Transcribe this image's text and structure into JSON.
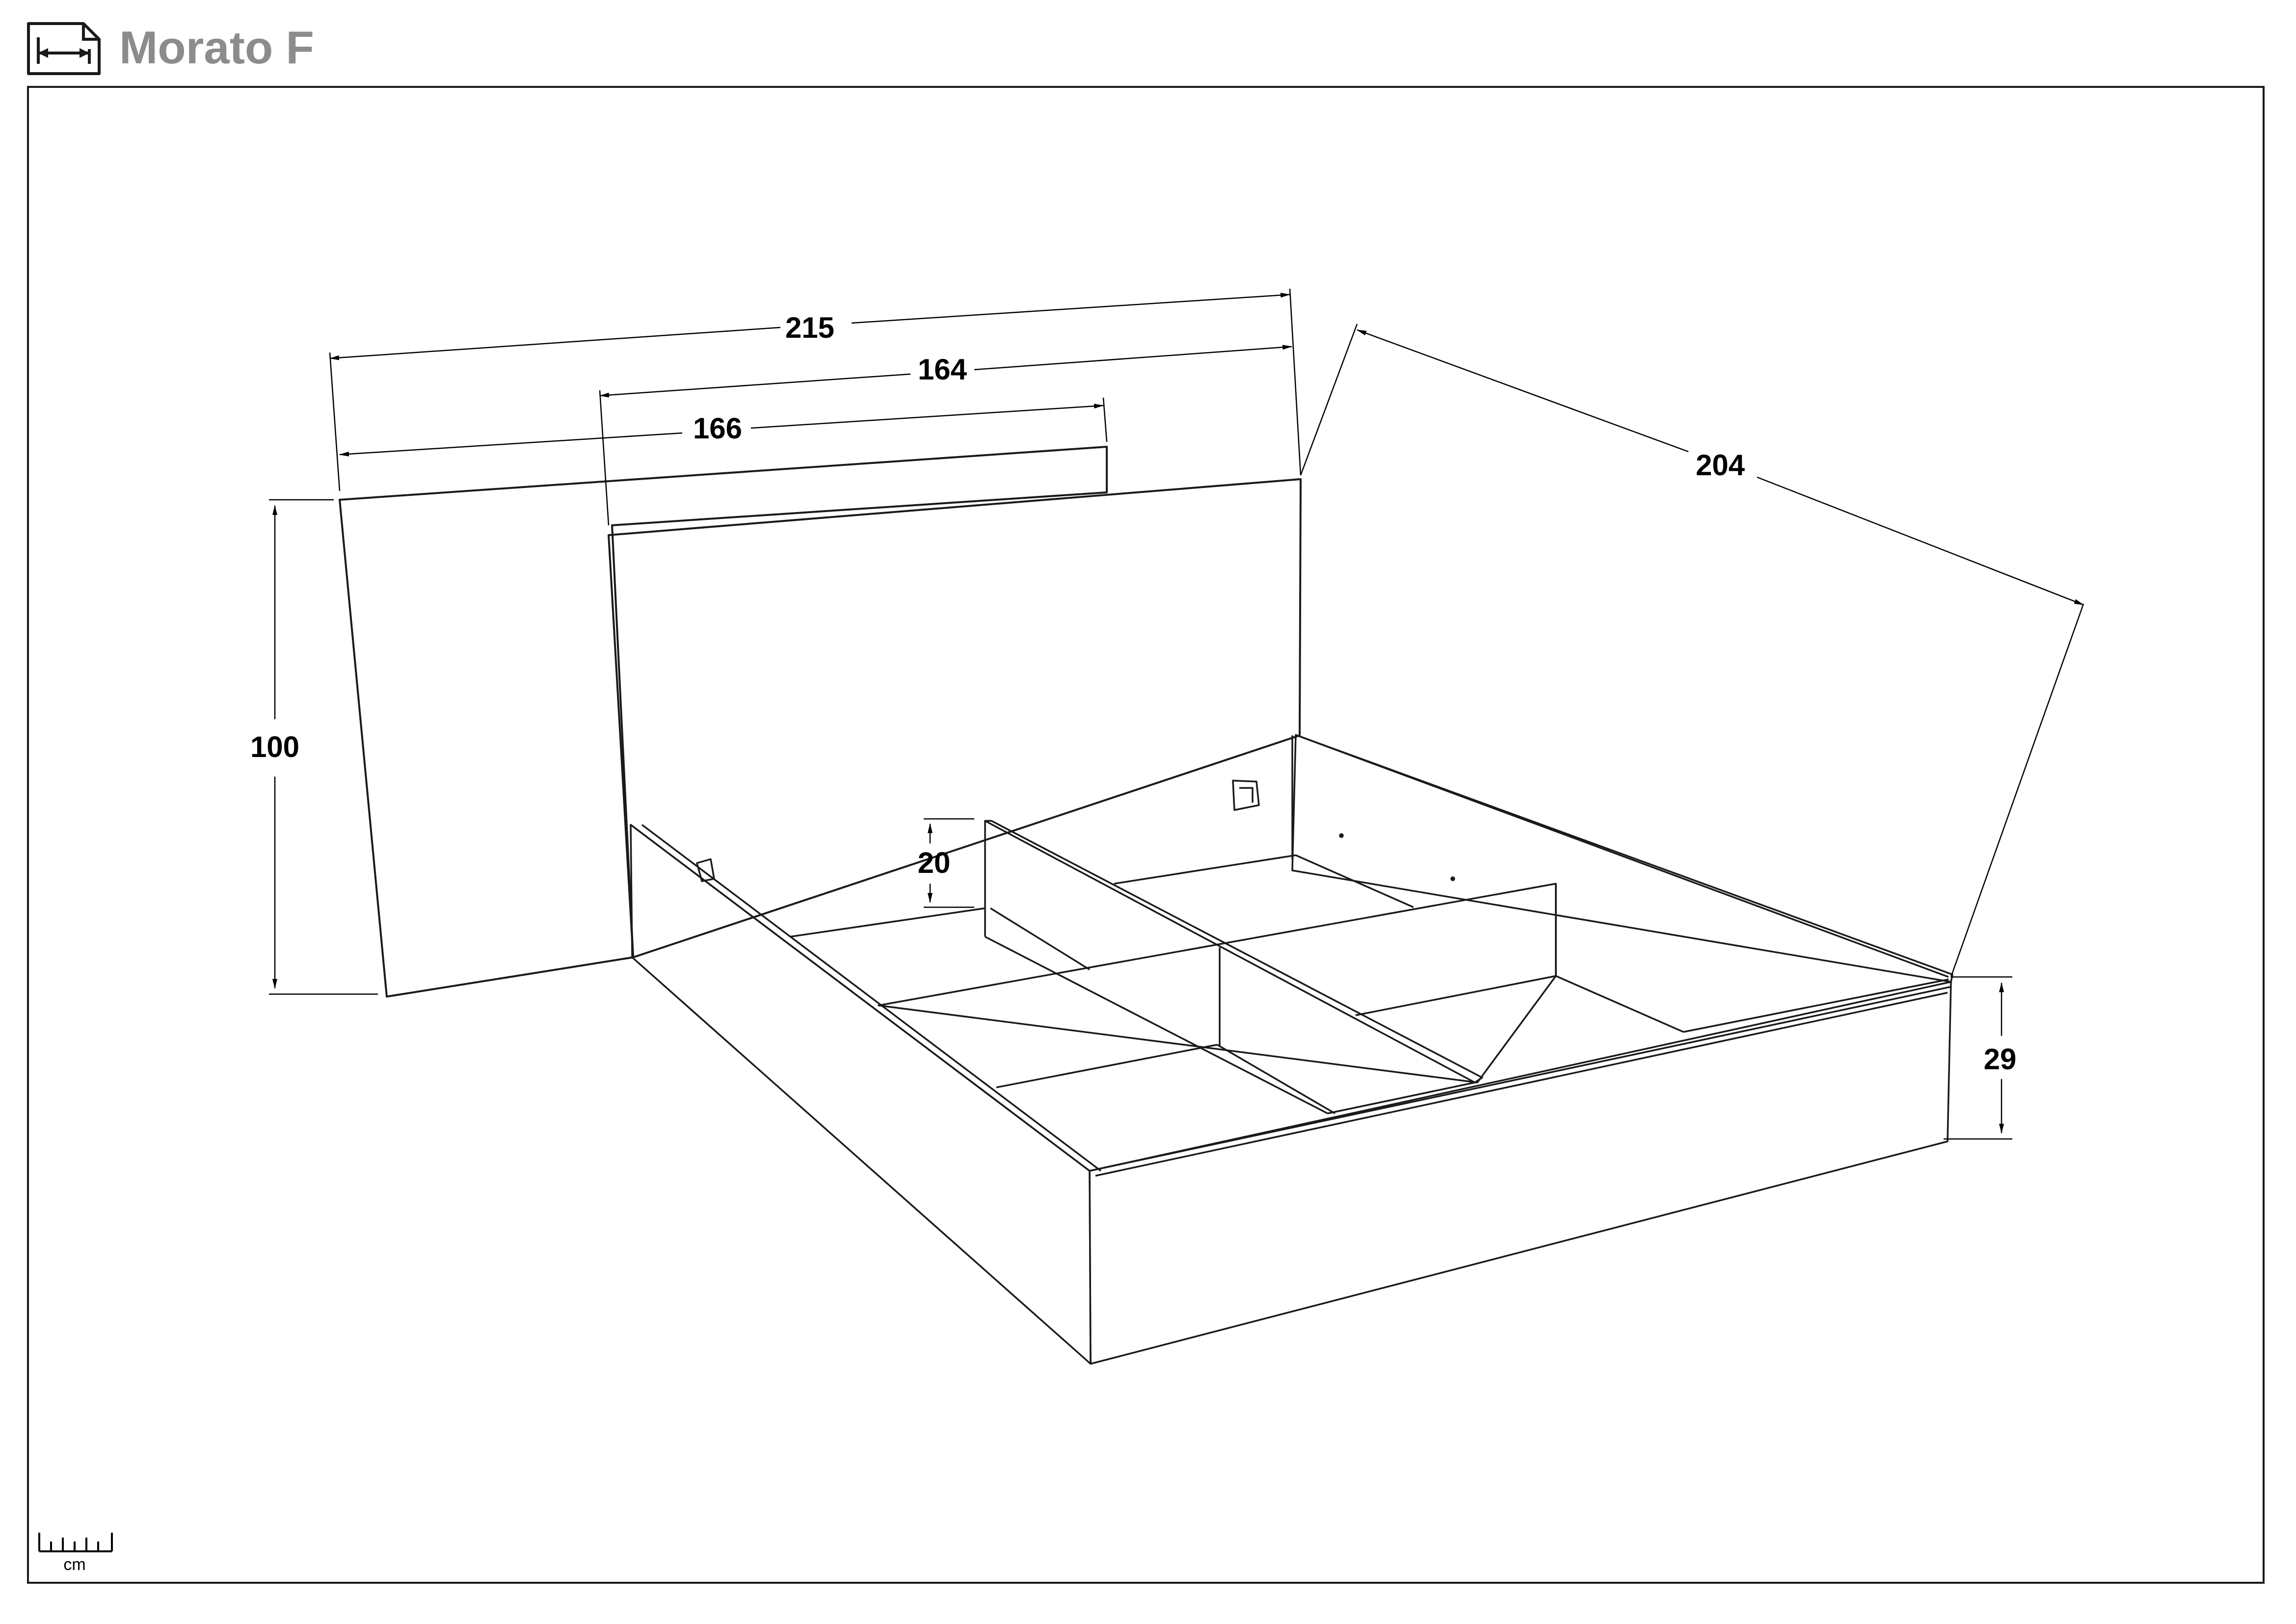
{
  "header": {
    "product_name": "Morato F",
    "icon": "dimensions-icon"
  },
  "dimensions": {
    "overall_width": "215",
    "inner_width": "164",
    "headboard_width": "166",
    "length": "204",
    "headboard_height": "100",
    "divider_height": "20",
    "frame_height": "29"
  },
  "scale": {
    "unit": "cm",
    "icon": "ruler-icon"
  },
  "colors": {
    "line": "#1a1a1a",
    "title": "#8c8c8c"
  }
}
